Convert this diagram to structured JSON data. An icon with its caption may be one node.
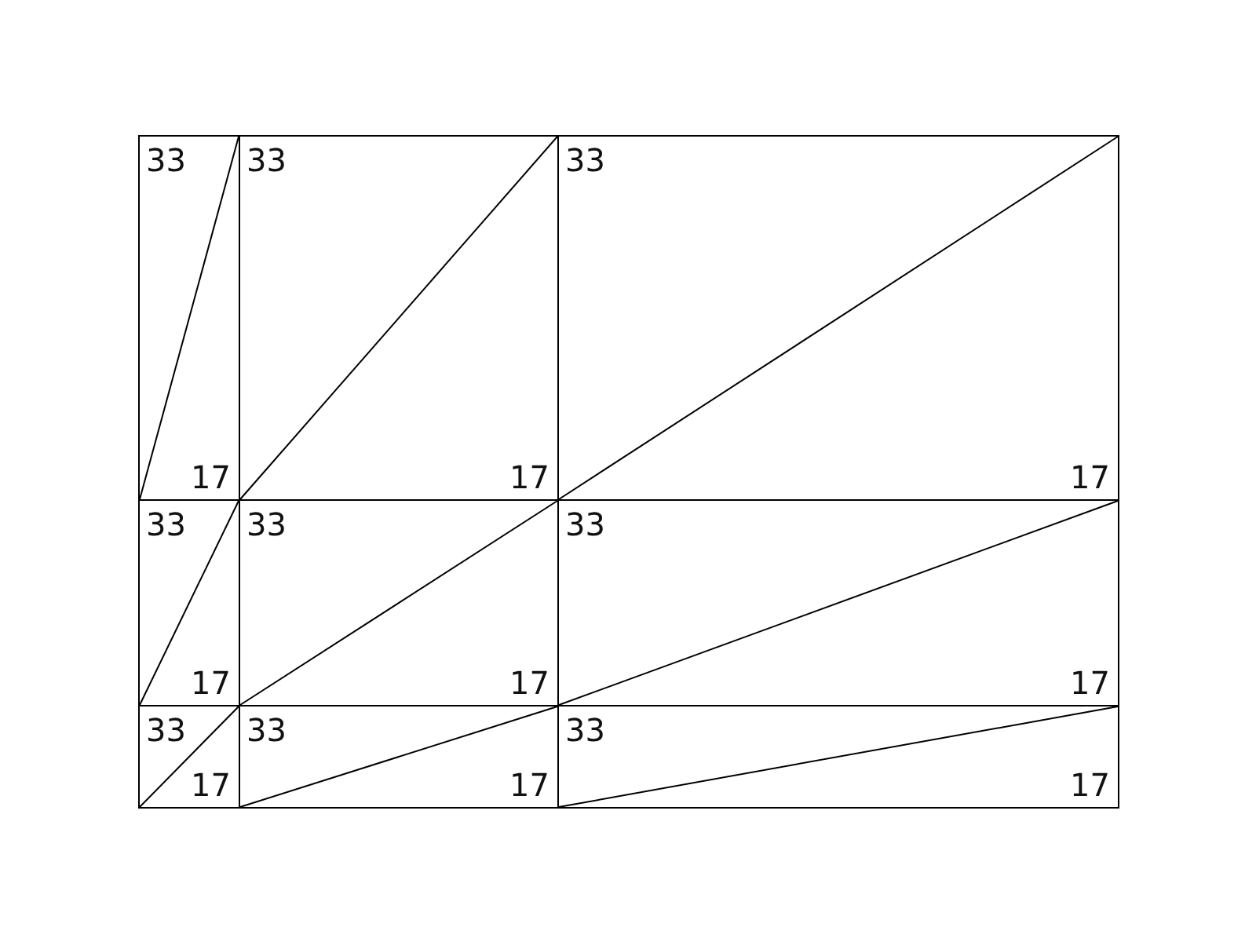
{
  "diagram": {
    "nodes": [
      {
        "text": [
          "33",
          "17"
        ]
      },
      {
        "text": [
          "33",
          "17"
        ]
      },
      {
        "text": [
          "33",
          "17"
        ]
      },
      {
        "text": [
          "33",
          "17"
        ]
      },
      {
        "text": [
          "33",
          "17"
        ]
      },
      {
        "text": [
          "33",
          "17"
        ]
      },
      {
        "text": [
          "33",
          "17"
        ]
      },
      {
        "text": [
          "33",
          "17"
        ]
      },
      {
        "text": [
          "33",
          "17"
        ]
      }
    ]
  }
}
